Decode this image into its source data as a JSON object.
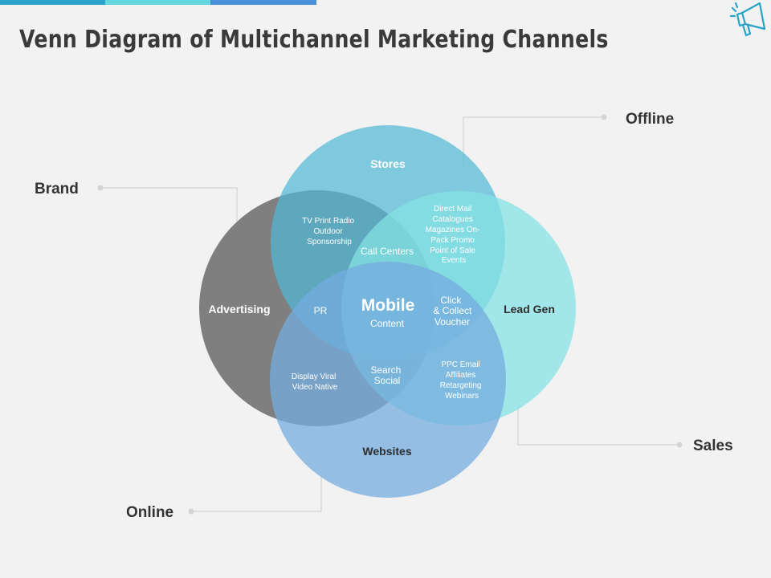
{
  "title": "Venn Diagram of Multichannel Marketing Channels",
  "icons": {
    "corner": "megaphone-icon"
  },
  "colors": {
    "brand_circle": "#6e6e6e",
    "offline_circle": "#52b8d6",
    "leadgen_circle": "#86e2e4",
    "online_circle": "#74acdf",
    "connector": "#cccccc",
    "topbar": [
      "#2aa3c8",
      "#62d8de",
      "#4a90d9"
    ]
  },
  "external_labels": {
    "offline": "Offline",
    "brand": "Brand",
    "sales": "Sales",
    "online": "Online"
  },
  "sets": {
    "stores": "Stores",
    "advertising": "Advertising",
    "lead_gen": "Lead Gen",
    "websites": "Websites"
  },
  "regions": {
    "tv_print": [
      "TV Print Radio",
      "Outdoor",
      "Sponsorship"
    ],
    "direct_mail": [
      "Direct Mail",
      "Catalogues",
      "Magazines On-",
      "Pack Promo",
      "Point of Sale",
      "Events"
    ],
    "call_centers": "Call Centers",
    "pr": "PR",
    "mobile": "Mobile",
    "content": "Content",
    "click_collect": [
      "Click",
      "& Collect",
      "Voucher"
    ],
    "display": [
      "Display Viral",
      "Video Native"
    ],
    "search_social": [
      "Search",
      "Social"
    ],
    "ppc": [
      "PPC  Email",
      "Affiliates",
      "Retargeting",
      "Webinars"
    ]
  }
}
